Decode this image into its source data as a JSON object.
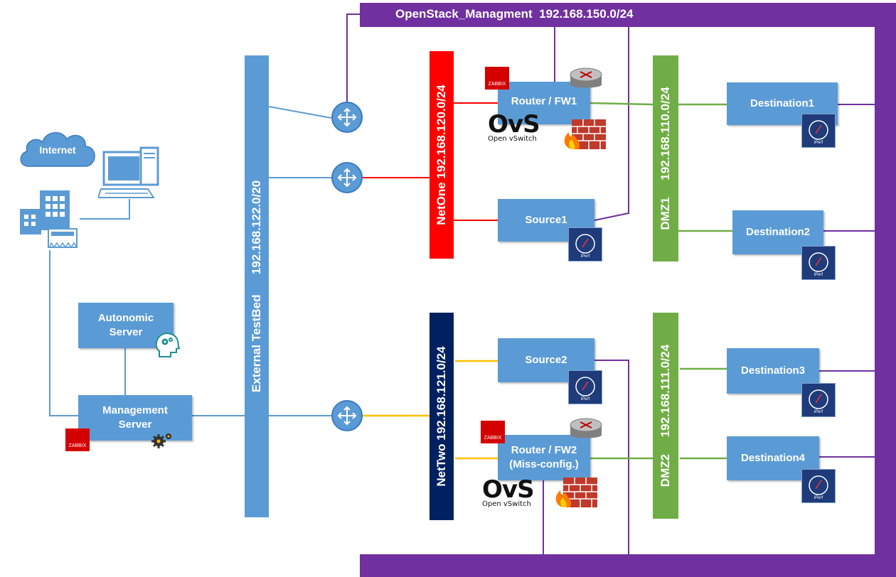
{
  "networks": {
    "management": {
      "label": "OpenStack_Managment  192.168.150.0/24",
      "color": "#7030a0"
    },
    "external": {
      "label": "External TestBed      192.168.122.0/20",
      "color": "#5b9bd5"
    },
    "netone": {
      "label": "NetOne  192.168.120.0/24",
      "color": "#ff0000"
    },
    "nettwo": {
      "label": "NetTwo  192.168.121.0/24",
      "color": "#002060"
    },
    "dmz1": {
      "label": "DMZ1     192.168.110.0/24",
      "color": "#70ad47"
    },
    "dmz2": {
      "label": "DMZ2     192.168.111.0/24",
      "color": "#70ad47"
    }
  },
  "nodes": {
    "internet": "Internet",
    "autonomic_server": "Autonomic Server",
    "management_server": "Management Server",
    "router_fw1": "Router / FW1",
    "router_fw2_line1": "Router / FW2",
    "router_fw2_line2": "(Miss-config.)",
    "source1": "Source1",
    "source2": "Source2",
    "destination1": "Destination1",
    "destination2": "Destination2",
    "destination3": "Destination3",
    "destination4": "Destination4"
  },
  "logos": {
    "zabbix": "ZABBIX",
    "ovs_big": "OvS",
    "ovs_small": "Open vSwitch",
    "iperf": "iPerf"
  },
  "icons": [
    "cloud-icon",
    "desktop-computer-icon",
    "building-icon",
    "router-icon",
    "firewall-icon",
    "gauge-icon",
    "gears-icon",
    "brain-icon"
  ],
  "colors": {
    "node_blue": "#5b9bd5",
    "purple": "#7030a0",
    "red": "#ff0000",
    "navy": "#002060",
    "green": "#70ad47",
    "yellow": "#ffc000"
  }
}
